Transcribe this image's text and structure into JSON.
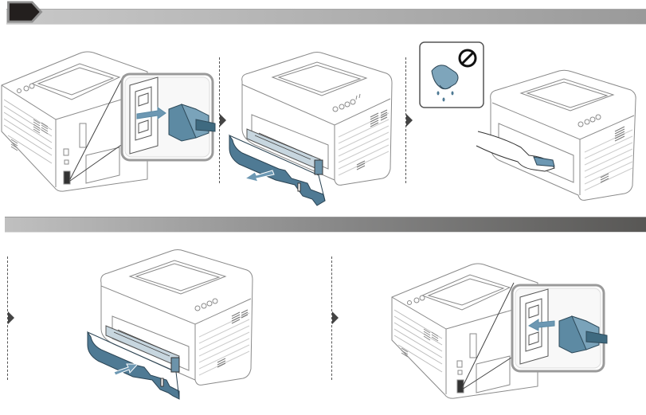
{
  "document": {
    "kind": "printer-manual-illustration",
    "sections": [
      {
        "id": "section-1",
        "header_style": "step-badge-with-gradient-bar",
        "steps": [
          {
            "illustration": "unplug-power-cord",
            "arrow": "pull-out",
            "icon": "power-plug-icon"
          },
          {
            "illustration": "pull-out-paper-tray",
            "arrow": "pull-out",
            "icon": "paper-tray-icon"
          },
          {
            "illustration": "wipe-inside-with-dry-cloth",
            "warning": "no-wet-cloth",
            "icon": "cloth-icon"
          }
        ]
      },
      {
        "id": "section-2",
        "header_style": "gradient-bar",
        "steps": [
          {
            "illustration": "insert-paper-tray",
            "arrow": "push-in",
            "icon": "paper-tray-icon"
          },
          {
            "illustration": "plug-in-power-cord",
            "arrow": "push-in",
            "icon": "power-plug-icon"
          }
        ]
      }
    ]
  },
  "colors": {
    "accent_blue": "#4f7a94",
    "line_gray": "#8a8a8a",
    "badge_dark": "#231f1e",
    "arrow_dark": "#444444"
  }
}
